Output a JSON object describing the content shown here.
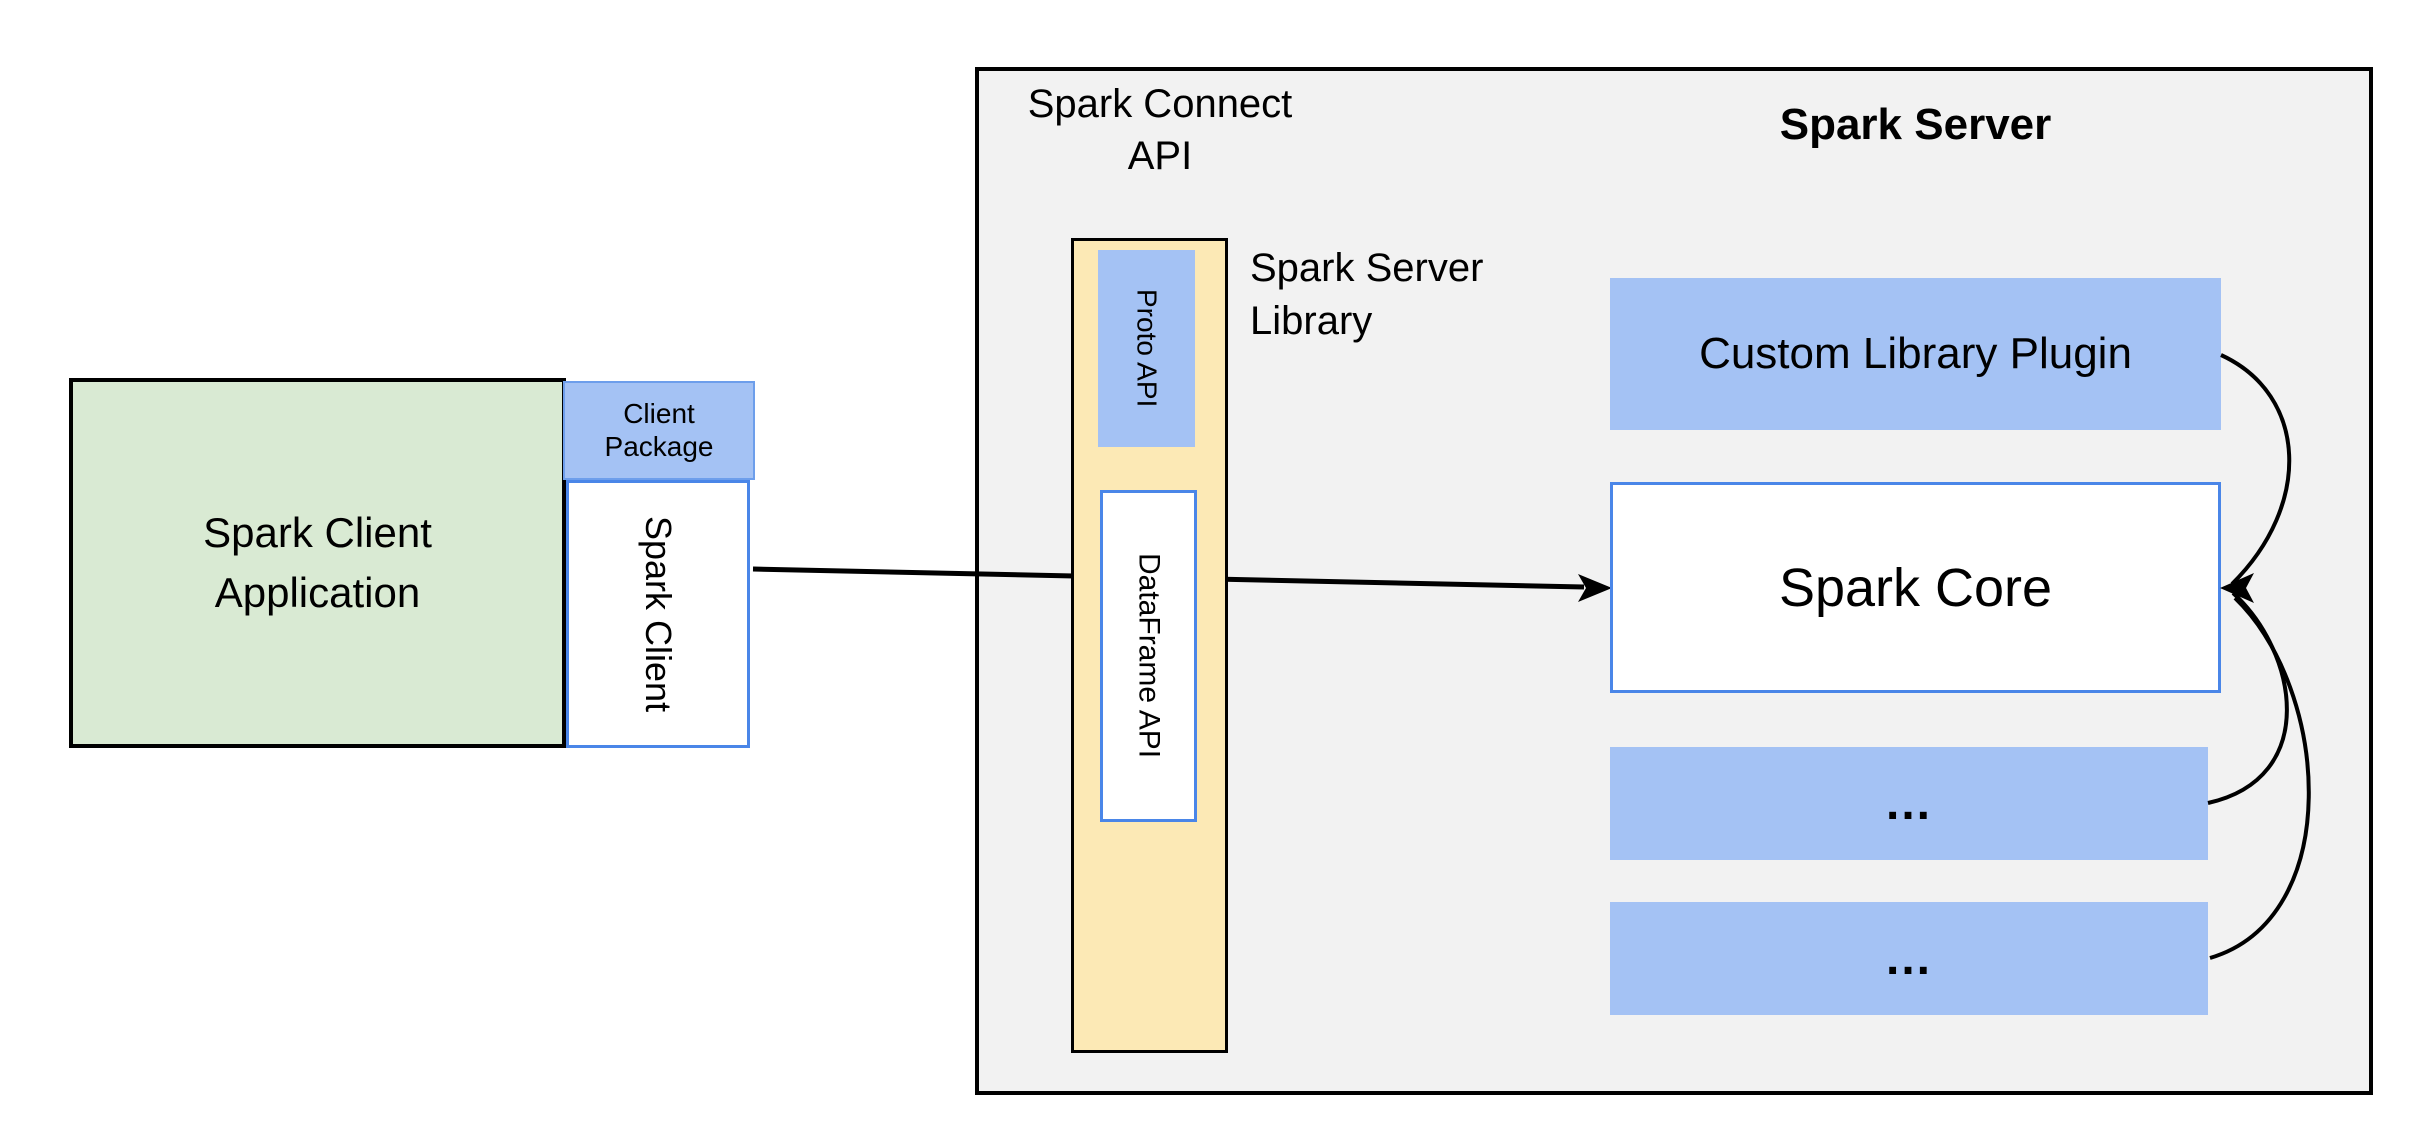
{
  "colors": {
    "green": "#d9ead3",
    "blue": "#a4c2f4",
    "cream": "#fce9b5",
    "gray": "#f2f2f2",
    "blueborder": "#4a86e8",
    "pkgborder": "#6d9eeb",
    "line": "#000000"
  },
  "client_app": {
    "label": "Spark Client\nApplication"
  },
  "client_package": {
    "label": "Client\nPackage"
  },
  "spark_client": {
    "label": "Spark Client"
  },
  "connect_api": {
    "title": "Spark Connect\nAPI"
  },
  "proto_api": {
    "label": "Proto API"
  },
  "dataframe_api": {
    "label": "DataFrame API"
  },
  "server_library": {
    "label": "Spark Server\nLibrary"
  },
  "spark_server": {
    "title": "Spark Server"
  },
  "plugin": {
    "label": "Custom Library Plugin"
  },
  "core": {
    "label": "Spark Core"
  },
  "module_row_1": {
    "label": "..."
  },
  "module_row_2": {
    "label": "..."
  }
}
